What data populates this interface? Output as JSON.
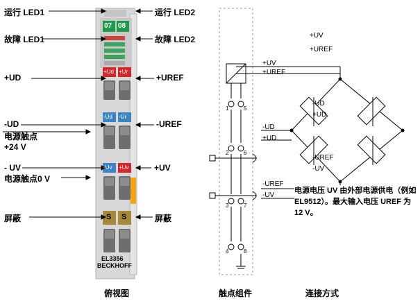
{
  "left_labels": {
    "run_led1": "运行 LED1",
    "run_led2": "运行 LED2",
    "fault_led1": "故障 LED1",
    "fault_led2": "故障 LED2",
    "plus_ud": "+UD",
    "plus_uref": "+UREF",
    "minus_ud": "-UD",
    "contact_label": "电源触点",
    "plus_24v": "+24 V",
    "minus_uref": "-UREF",
    "minus_uv": "- UV",
    "plus_uv": "+UV",
    "contact_0v": "电源触点0 V",
    "shield_left": "屏蔽",
    "shield_right": "屏蔽"
  },
  "terminal": {
    "led_top_left": "07",
    "led_top_right": "08",
    "model": "EL3356",
    "brand": "BECKHOFF",
    "plate_plus_ud": "+Ud",
    "plate_plus_ur": "+Ur",
    "plate_minus_ud": "-Ud",
    "plate_minus_ur": "-Ur",
    "plate_minus_uv": "-Uv",
    "plate_plus_uv": "+Uv",
    "plate_s": "S"
  },
  "contact_diagram": {
    "pins": [
      "1",
      "5",
      "2",
      "6",
      "3",
      "7",
      "4",
      "8"
    ]
  },
  "connection": {
    "top_uv": "+UV",
    "top_uref": "+UREF",
    "plus_uv": "+UV",
    "plus_uref": "+UREF",
    "minus_ud": "-UD",
    "plus_ud": "+UD",
    "bridge_minus_ud": "-UD",
    "bridge_plus_ud": "+UD",
    "bridge_uref": "-UREF",
    "bridge_uv": "-UV",
    "minus_uref": "-UREF",
    "minus_uv": "-UV",
    "note": "电源电压 UV 由外部电源供电（例如 EL9512）。最大输入电压 UREF 为 12 V。"
  },
  "captions": {
    "top_view": "俯视图",
    "contacts": "触点组件",
    "wiring": "连接方式"
  },
  "colors": {
    "led_green": "#1e9b4a",
    "plate_red": "#d9252a",
    "plate_blue": "#3a84c8",
    "plate_gold": "#a8883a",
    "orange": "#f2a51b",
    "body_gray": "#d6d6d6"
  }
}
